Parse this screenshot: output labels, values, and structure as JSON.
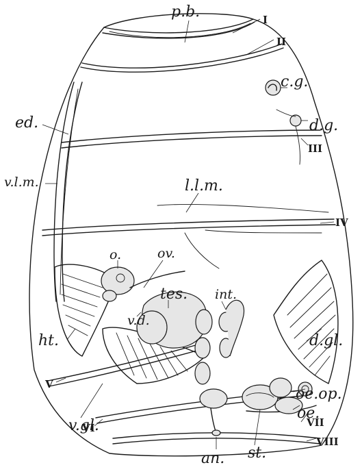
{
  "figure": {
    "body_labels": {
      "pb": "p.b.",
      "cg": "c.g.",
      "dg": "d.g.",
      "ed": "ed.",
      "vlm": "v.l.m.",
      "llm": "l.l.m.",
      "o": "o.",
      "ov": "ov.",
      "tes": "tes.",
      "int": "int.",
      "vd": "v.d.",
      "ht": "ht.",
      "dgl": "d.gl.",
      "oeop": "oe.op.",
      "oe": "oe.",
      "vgl": "v.gl.",
      "an": "an.",
      "st": "st."
    },
    "muscle_bands": [
      "I",
      "II",
      "III",
      "IV",
      "V",
      "VI",
      "VII",
      "VIII"
    ]
  },
  "colors": {
    "ink": "#1a1a1a",
    "paper": "#ffffff",
    "stipple": "#e6e6e6"
  }
}
